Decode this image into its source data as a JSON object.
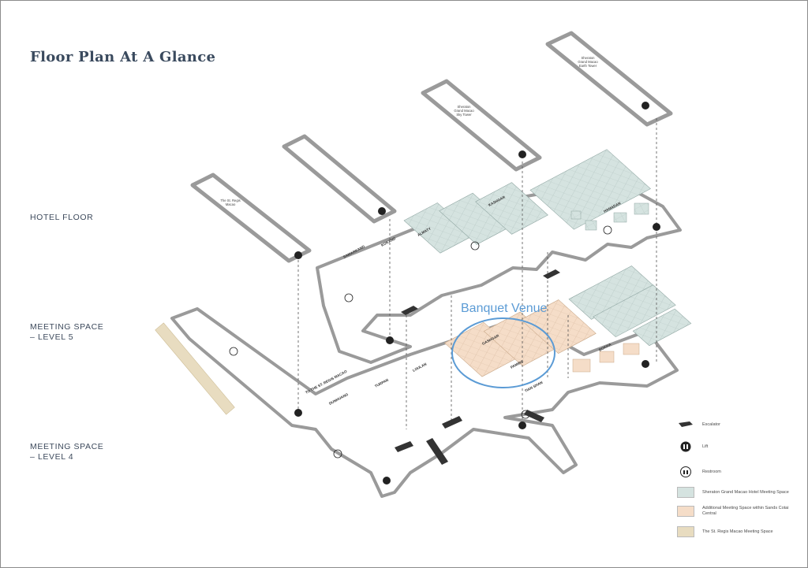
{
  "title": "Floor Plan At A Glance",
  "levels": {
    "hotel_floor": "HOTEL FLOOR",
    "meeting_level_5_line1": "MEETING SPACE",
    "meeting_level_5_line2": "– LEVEL 5",
    "meeting_level_4_line1": "MEETING SPACE",
    "meeting_level_4_line2": "– LEVEL 4"
  },
  "towers": {
    "st_regis": "The St. Regis Macao",
    "sky_tower": "Sheraton Grand Macao Sky Tower",
    "earth_tower": "Sheraton Grand Macao Earth Tower"
  },
  "rooms_level5": [
    "SAMARKAND",
    "KOKAND",
    "ALMATY",
    "KASHGAR",
    "HAMADAN"
  ],
  "rooms_level4": [
    "GASHGAR",
    "PAMIRS",
    "TIAN SHAN",
    "BOKHA",
    "TURPAN",
    "LOULAN",
    "DUNHUANG"
  ],
  "annotation": "Banquet Venue",
  "direction_sign": "TO THE ST. REGIS MACAO",
  "legend": {
    "escalator": "Escalator",
    "lift": "Lift",
    "restroom": "Restroom",
    "sheraton": "Sheraton Grand Macao Hotel Meeting Space",
    "additional": "Additional Meeting Space within Sands Cotai Central",
    "st_regis": "The St. Regis Macao Meeting Space"
  },
  "colors": {
    "sheraton": "#d5e3e0",
    "additional": "#f5ddc8",
    "st_regis": "#e8dcc0",
    "annotation": "#5b9bd5",
    "outline": "#9a9a9a"
  }
}
